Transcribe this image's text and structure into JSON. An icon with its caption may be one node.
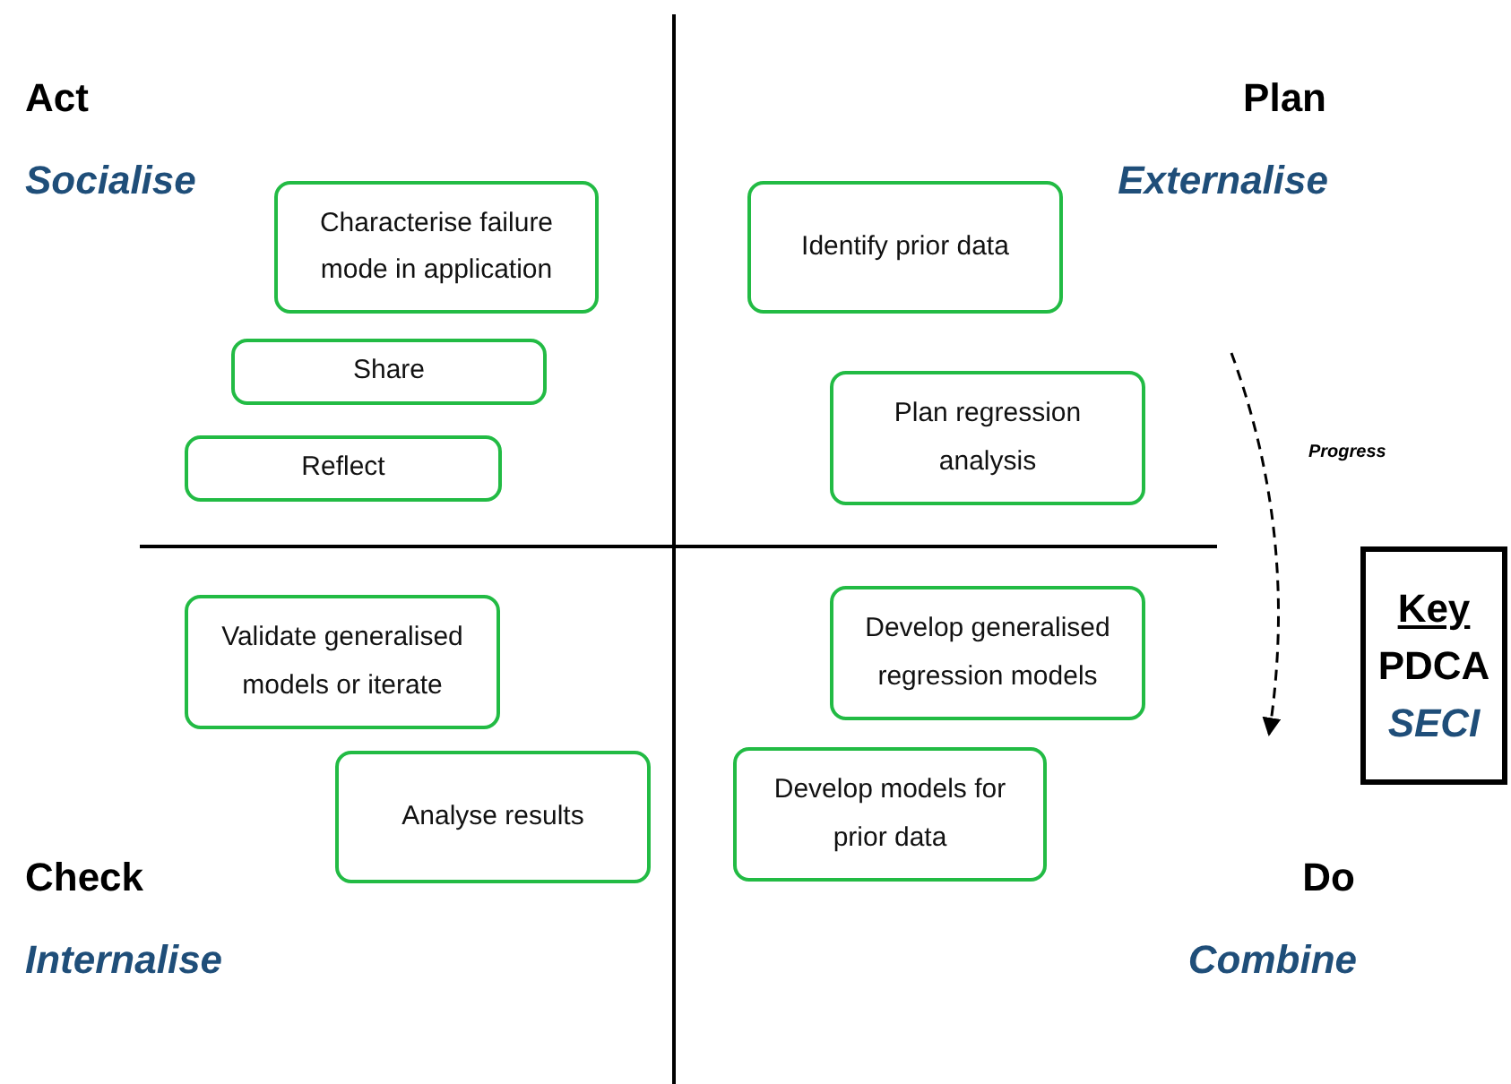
{
  "diagram": {
    "nodes": [
      {
        "text": [
          "Characterise failure mode in application"
        ]
      },
      {
        "text": [
          "Share"
        ]
      },
      {
        "text": [
          "Reflect"
        ]
      },
      {
        "text": [
          "Identify prior data"
        ]
      },
      {
        "text": [
          "Plan regression analysis"
        ]
      },
      {
        "text": [
          "Validate generalised models or iterate"
        ]
      },
      {
        "text": [
          "Analyse results"
        ]
      },
      {
        "text": [
          "Develop generalised regression models"
        ]
      },
      {
        "text": [
          "Develop models for prior data"
        ]
      },
      {
        "text": [
          "Key",
          "PDCA",
          "SECI"
        ]
      }
    ],
    "edges": [],
    "labels": [
      "Act",
      "Socialise",
      "Plan",
      "Externalise",
      "Progress",
      "Check",
      "Internalise",
      "Do",
      "Combine"
    ]
  }
}
